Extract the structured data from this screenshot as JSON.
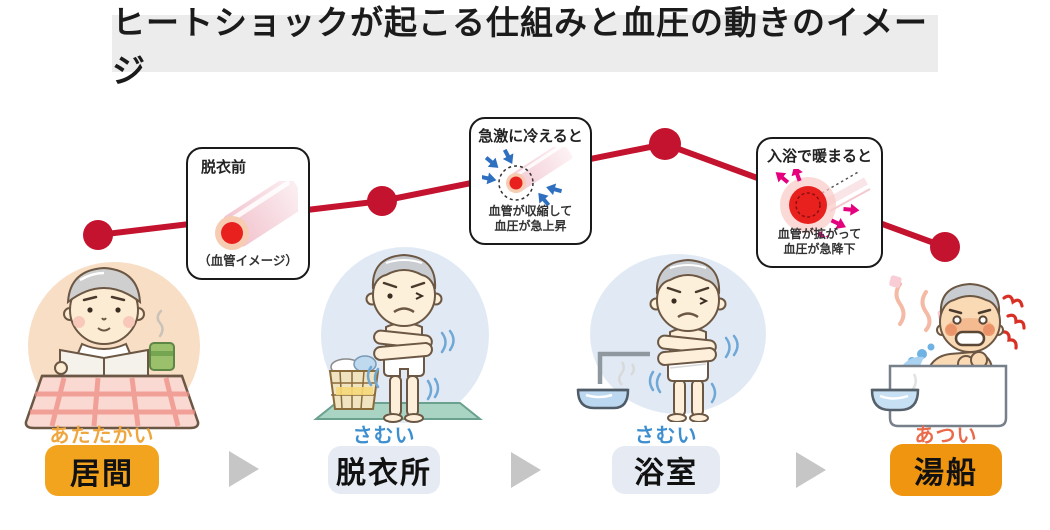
{
  "title": "ヒートショックが起こる仕組みと血圧の動きのイメージ",
  "callouts": {
    "before": {
      "heading": "脱衣前",
      "caption": "（血管イメージ）"
    },
    "cooling": {
      "heading": "急激に冷えると",
      "caption_line1": "血管が収縮して",
      "caption_line2": "血圧が急上昇"
    },
    "warming": {
      "heading": "入浴で暖まると",
      "caption_line1": "血管が拡がって",
      "caption_line2": "血圧が急降下"
    }
  },
  "stages": [
    {
      "feeling": "あたたかい",
      "place": "居間",
      "temperature": "warm"
    },
    {
      "feeling": "さむい",
      "place": "脱衣所",
      "temperature": "cold"
    },
    {
      "feeling": "さむい",
      "place": "浴室",
      "temperature": "cold"
    },
    {
      "feeling": "あつい",
      "place": "湯船",
      "temperature": "hot"
    }
  ],
  "icons": {
    "stage_arrow": "right-triangle-arrow",
    "scene_1": "elderly-man-reading-at-kotatsu",
    "scene_2": "elderly-man-shivering-in-underwear-with-laundry-basket",
    "scene_3": "elderly-man-shivering-with-towel-faucet-and-basin",
    "scene_4": "elderly-man-flushed-in-bathtub-clutching-chest"
  },
  "colors": {
    "line": "#C3132E",
    "title_bg": "#ECECEC",
    "warm_label": "#F0A63E",
    "cold_label": "#3E8FD0",
    "hot_label": "#EA6A4B",
    "warm_box": "#F3A41F",
    "cold_box": "#E5EAF3",
    "hot_box": "#F0950F",
    "arrow": "#C6C6C6",
    "vessel_red": "#E8211F",
    "constrict_arrows": "#2E6FC0",
    "dilate_arrows": "#E5007E"
  }
}
